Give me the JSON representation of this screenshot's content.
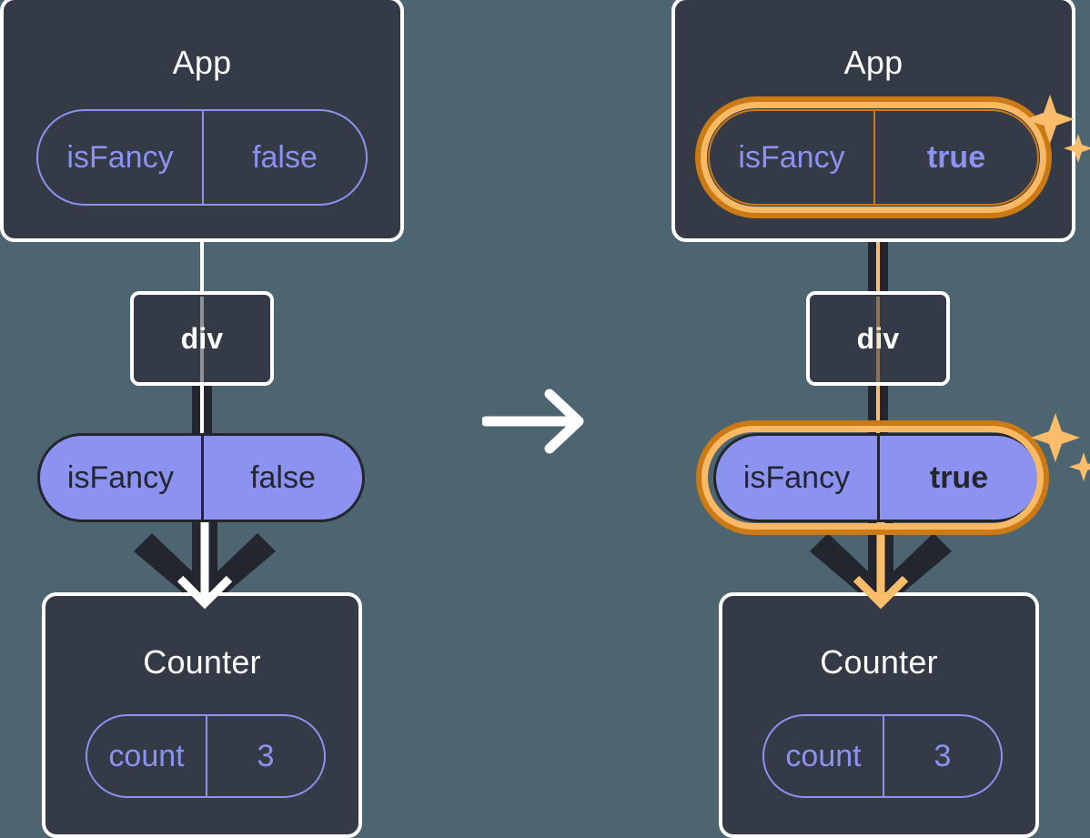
{
  "diagram": {
    "title": "React state update propagation: isFancy false to true",
    "type": "component-tree-diagram",
    "transition_icon": "arrow-right-icon",
    "colors": {
      "background": "#4c6570",
      "card_fill": "#343a46",
      "card_border": "#ffffff",
      "prop_pill_stroke": "#8b92f0",
      "state_pill_fill": "#8b92f0",
      "state_pill_stroke": "#23262f",
      "highlight_outer": "#cb7a14",
      "highlight_inner": "#f9b965",
      "arrow_dark": "#23262f",
      "arrow_light": "#fbbd69",
      "arrow_white": "#ffffff",
      "sparkle": "#fbbd69"
    }
  },
  "panels": [
    {
      "id": "before",
      "app": {
        "title": "App",
        "pill": {
          "name": "isFancy",
          "value": "false",
          "highlighted": false,
          "bold_value": false
        }
      },
      "div": {
        "title": "div"
      },
      "state_pill": {
        "name": "isFancy",
        "value": "false",
        "highlighted": false,
        "bold_value": false
      },
      "counter": {
        "title": "Counter",
        "pill": {
          "name": "count",
          "value": "3",
          "highlighted": false,
          "bold_value": false
        }
      },
      "sparkles_visible": false,
      "edge_color_name": "white"
    },
    {
      "id": "after",
      "app": {
        "title": "App",
        "pill": {
          "name": "isFancy",
          "value": "true",
          "highlighted": true,
          "bold_value": true
        }
      },
      "div": {
        "title": "div"
      },
      "state_pill": {
        "name": "isFancy",
        "value": "true",
        "highlighted": true,
        "bold_value": true
      },
      "counter": {
        "title": "Counter",
        "pill": {
          "name": "count",
          "value": "3",
          "highlighted": false,
          "bold_value": false
        }
      },
      "sparkles_visible": true,
      "edge_color_name": "amber"
    }
  ]
}
